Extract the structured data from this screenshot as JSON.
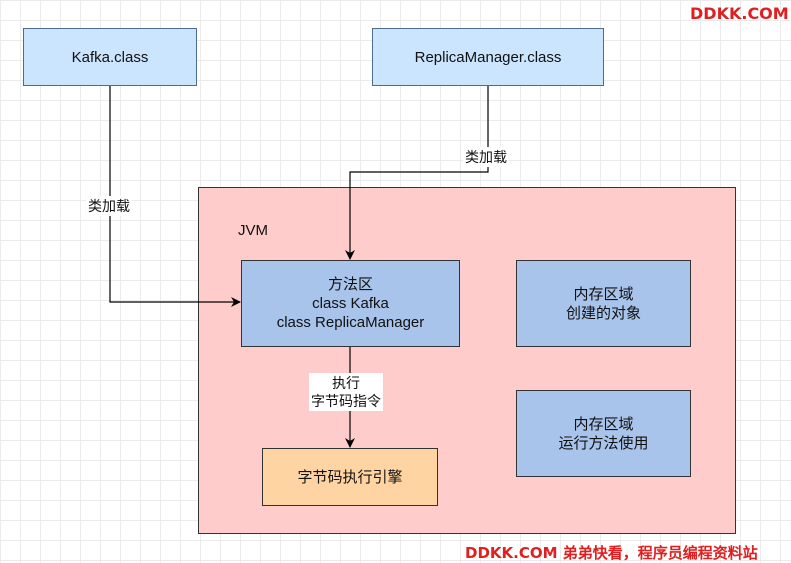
{
  "watermark_top": "DDKK.COM",
  "watermark_bottom": "DDKK.COM 弟弟快看，程序员编程资料站",
  "nodes": {
    "kafka_class": "Kafka.class",
    "replica_manager_class": "ReplicaManager.class",
    "jvm": "JVM",
    "method_area": [
      "方法区",
      "class Kafka",
      "class ReplicaManager"
    ],
    "heap_objects": [
      "内存区域",
      "创建的对象"
    ],
    "runtime_methods": [
      "内存区域",
      "运行方法使用"
    ],
    "bytecode_engine": "字节码执行引擎"
  },
  "edges": {
    "kafka_to_method_area": "类加载",
    "replica_to_method_area": "类加载",
    "method_area_to_engine": [
      "执行",
      "字节码指令"
    ]
  }
}
